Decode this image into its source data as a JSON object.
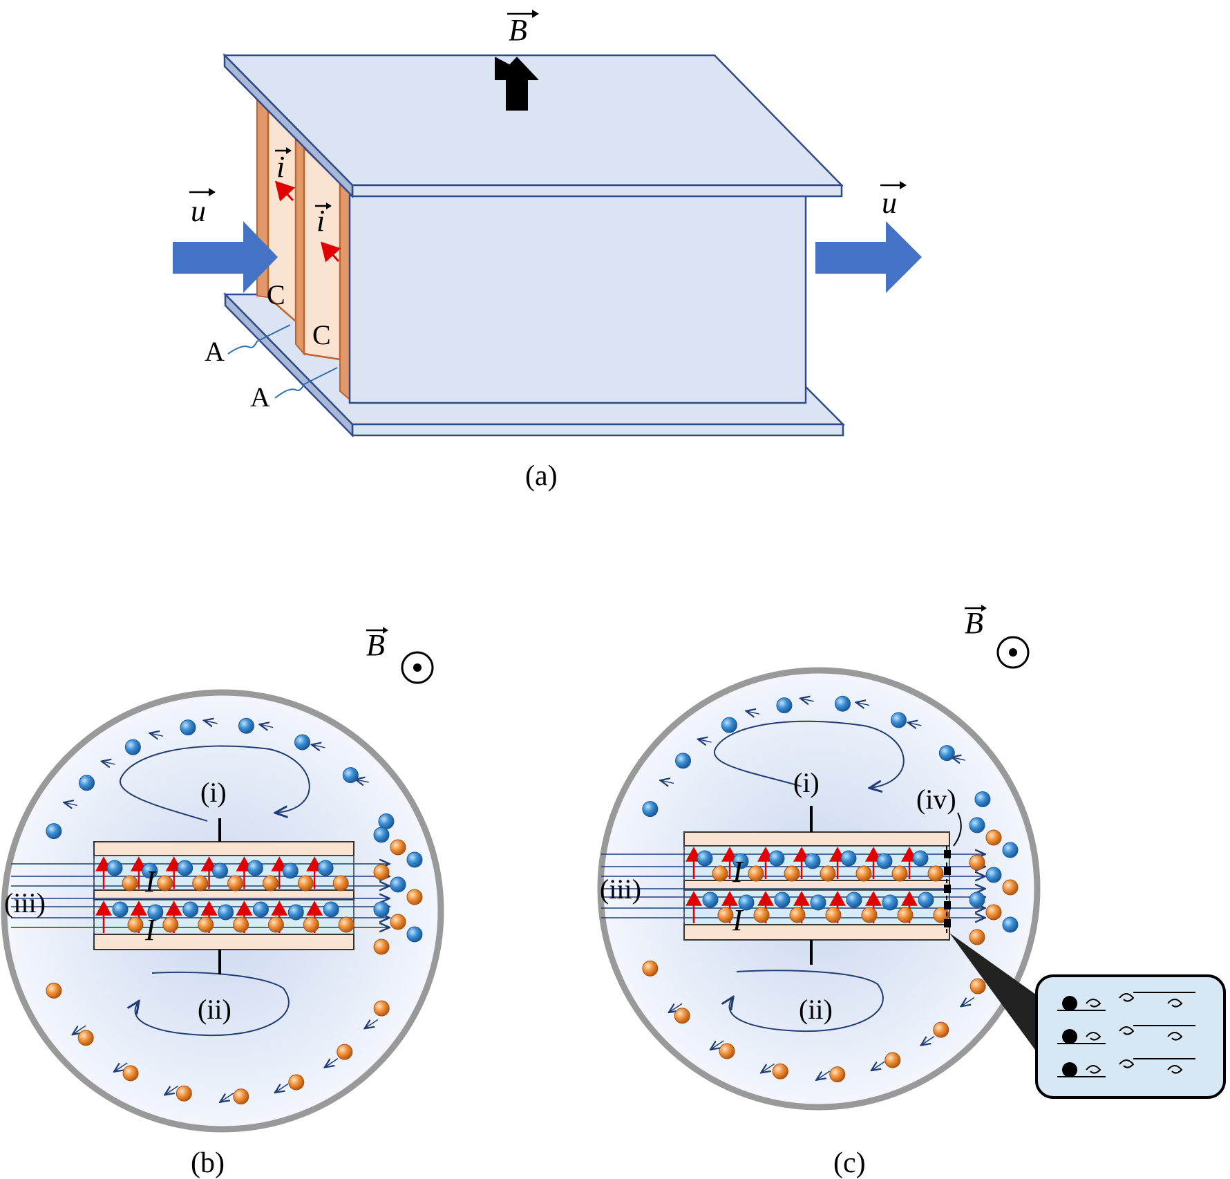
{
  "panel_a": {
    "caption": "(a)",
    "label_B": "B",
    "label_u_in": "u",
    "label_u_out": "u",
    "label_i_1": "i",
    "label_i_2": "i",
    "label_C_1": "C",
    "label_C_2": "C",
    "label_A_1": "A",
    "label_A_2": "A"
  },
  "panel_b": {
    "caption": "(b)",
    "label_B": "B",
    "label_i": "(i)",
    "label_ii": "(ii)",
    "label_iii": "(iii)",
    "label_I_1": "I",
    "label_I_2": "I"
  },
  "panel_c": {
    "caption": "(c)",
    "label_B": "B",
    "label_i": "(i)",
    "label_ii": "(ii)",
    "label_iii": "(iii)",
    "label_iv": "(iv)",
    "label_I_1": "I",
    "label_I_2": "I"
  },
  "colors": {
    "plate_fill": "#dbe4f3",
    "plate_stroke": "#2f4a8a",
    "electrode_fill": "#fbe3d2",
    "electrode_stroke": "#c0622a",
    "flow_arrow": "#4472c4",
    "blue_particle": "#3b8fd4",
    "orange_particle": "#f0923a",
    "current_arrow": "#e00000",
    "ring": "#999999",
    "field_lines": "#1f3c73"
  }
}
